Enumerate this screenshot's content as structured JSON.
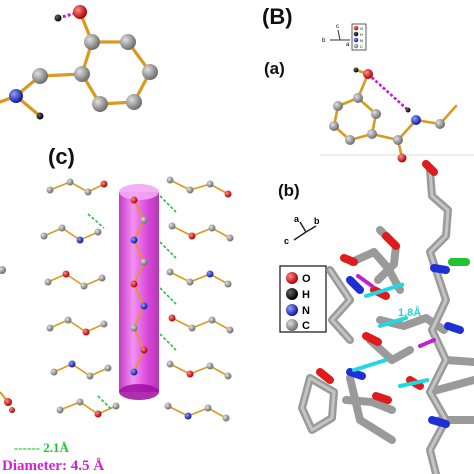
{
  "panels": {
    "big_b": "(B)",
    "a": "(a)",
    "b": "(b)",
    "c": "(c)"
  },
  "axes_small": {
    "c": "c",
    "b": "b",
    "a": "a"
  },
  "axes_b": {
    "a": "a",
    "b": "b",
    "c": "c"
  },
  "atom_legend": [
    {
      "symbol": "O",
      "color": "#e01b1b"
    },
    {
      "symbol": "H",
      "color": "#111111"
    },
    {
      "symbol": "N",
      "color": "#1f2fd6"
    },
    {
      "symbol": "C",
      "color": "#9a9a9a"
    }
  ],
  "distances": {
    "hbond_b": "1.8Å",
    "hbond_c": "------ 2.1Å",
    "diameter": "Diameter: 4.5 Å"
  },
  "colors": {
    "bond": "#d99a1e",
    "carbon": "#8c8c8c",
    "oxygen": "#e01b1b",
    "nitrogen": "#1f2fd6",
    "hydrogen": "#111111",
    "hbond_magenta": "#c21fd1",
    "hbond_cyan": "#1fd8e0",
    "hbond_green": "#22c233",
    "channel": "#d51fd6",
    "stick_grey": "#b8b8b8"
  }
}
